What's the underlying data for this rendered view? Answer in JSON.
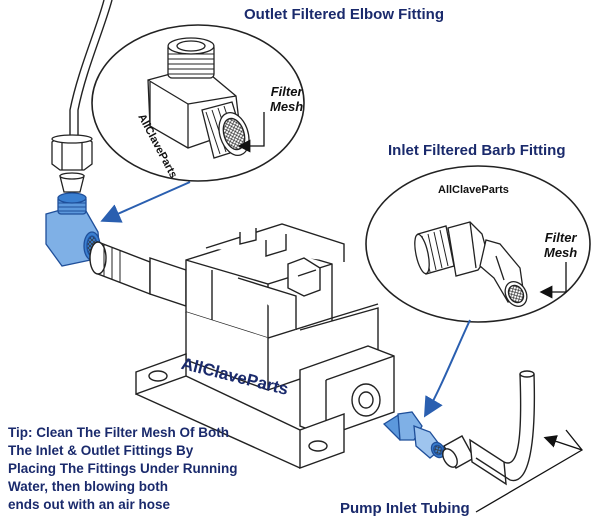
{
  "labels": {
    "outlet_title": "Outlet Filtered Elbow Fitting",
    "inlet_title": "Inlet Filtered Barb Fitting",
    "outlet_brand": "AllClaveParts",
    "inlet_brand": "AllClaveParts",
    "outlet_mesh_1": "Filter",
    "outlet_mesh_2": "Mesh",
    "inlet_mesh_1": "Filter",
    "inlet_mesh_2": "Mesh",
    "pump_brand": "AllClaveParts",
    "tubing": "Pump Inlet Tubing"
  },
  "tip": {
    "line1": "Tip:  Clean The Filter Mesh Of Both",
    "line2": "The Inlet & Outlet Fittings By",
    "line3": "Placing The Fittings Under Running",
    "line4": "Water, then blowing both",
    "line5": "ends out with an air hose"
  },
  "colors": {
    "label_blue": "#1a2a6c",
    "fitting_blue": "#3a7fd0",
    "line": "#222222"
  }
}
